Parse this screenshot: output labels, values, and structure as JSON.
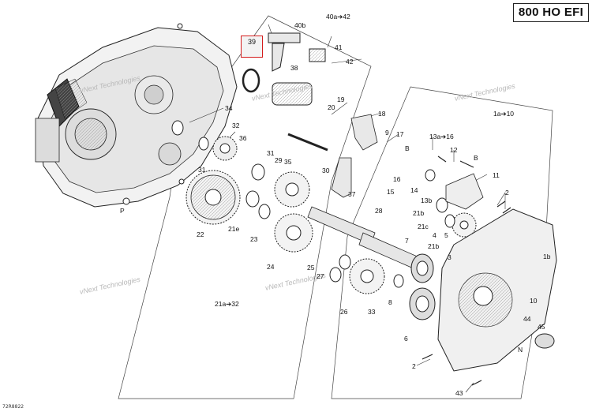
{
  "header": {
    "model": "800 HO EFI"
  },
  "footer": {
    "drawing_code": "72R8822"
  },
  "watermark": [
    "vNext Technologies",
    "vNext Technologies",
    "vNext Technologies",
    "vNext Technologies",
    "vNext Technologies"
  ],
  "highlight_color": "#d41c1c",
  "callouts": [
    "40b",
    "40a➔42",
    "39",
    "41",
    "38",
    "42",
    "34",
    "19",
    "20",
    "32",
    "18",
    "36",
    "17",
    "31",
    "9",
    "13a➔16",
    "12",
    "1a➔10",
    "29",
    "35",
    "11",
    "30",
    "16",
    "15",
    "14",
    "13b",
    "2",
    "31",
    "37",
    "28",
    "21b",
    "22",
    "21e",
    "23",
    "21c",
    "4",
    "5",
    "7",
    "21b",
    "3",
    "1b",
    "24",
    "25",
    "27",
    "8",
    "10",
    "26",
    "33",
    "6",
    "44",
    "45",
    "21a➔32",
    "2",
    "43",
    "P",
    "B",
    "B",
    "N"
  ]
}
